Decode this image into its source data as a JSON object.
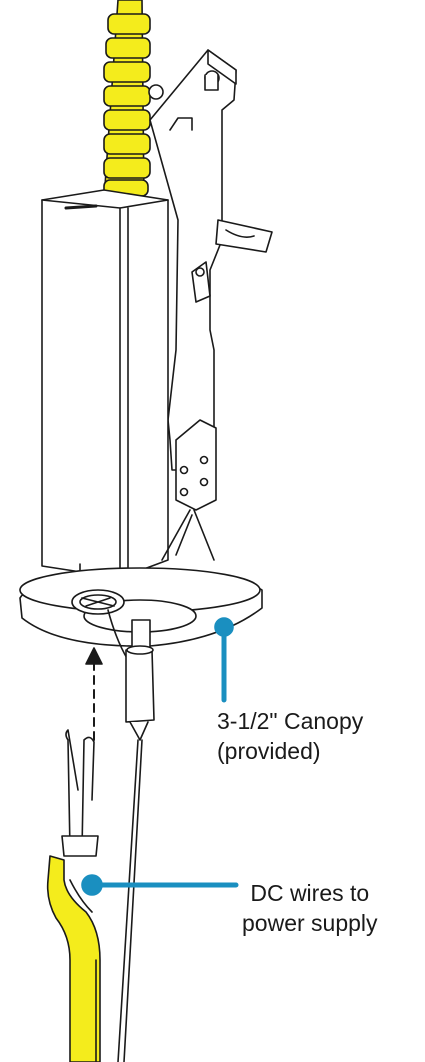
{
  "callouts": {
    "canopy": {
      "line1": "3-1/2\" Canopy",
      "line2": "(provided)"
    },
    "dc_wires": {
      "line1": "DC wires to",
      "line2": "power supply"
    }
  },
  "colors": {
    "callout_accent": "#1a8fc0",
    "sleeving": "#f4ec1c",
    "outline": "#1a1a1a"
  }
}
